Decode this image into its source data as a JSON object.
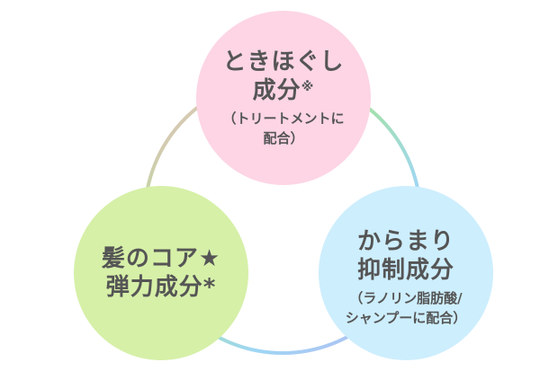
{
  "nodes": [
    {
      "title_lines": [
        "ときほぐし",
        "成分"
      ],
      "mark": "※",
      "sub_lines": [
        "（トリートメントに",
        "配合）"
      ],
      "color": "#fdd5e5"
    },
    {
      "title_lines": [
        "髪のコア★",
        "弾力成分*"
      ],
      "color": "#d6f0a8"
    },
    {
      "title_lines": [
        "からまり",
        "抑制成分"
      ],
      "sub_lines": [
        "（ラノリン脂肪酸/",
        "シャンプーに配合）"
      ],
      "color": "#cdeefd"
    }
  ]
}
